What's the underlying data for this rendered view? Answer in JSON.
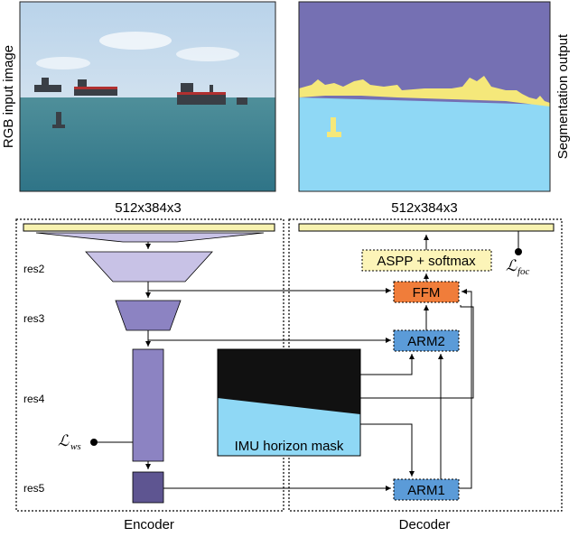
{
  "images": {
    "rgb_input_label": "RGB input image",
    "segmentation_label": "Segmentation output",
    "rgb_size": "512x384x3",
    "seg_size": "512x384x3"
  },
  "encoder": {
    "title": "Encoder",
    "stages": [
      "res2",
      "res3",
      "res4",
      "res5"
    ],
    "loss_label": "ℒ",
    "loss_sub": "ws"
  },
  "decoder": {
    "title": "Decoder",
    "aspp": "ASPP + softmax",
    "ffm": "FFM",
    "arm2": "ARM2",
    "arm1": "ARM1",
    "loss_label": "ℒ",
    "loss_sub": "foc"
  },
  "imu": {
    "label": "IMU horizon mask"
  },
  "colors": {
    "sky_seg": "#7570b3",
    "water_seg": "#8fd8f5",
    "obstacle_seg": "#f5e87a",
    "encoder_dark": "#5e5591",
    "encoder_mid": "#8c83c2",
    "encoder_light": "#c8c2e6",
    "feature_bar": "#f7f2b0",
    "aspp_box": "#fcf4b8",
    "ffm_box": "#f07d3a",
    "arm_box": "#5b9bd8",
    "imu_black": "#111111",
    "imu_water": "#8fd8f5"
  }
}
